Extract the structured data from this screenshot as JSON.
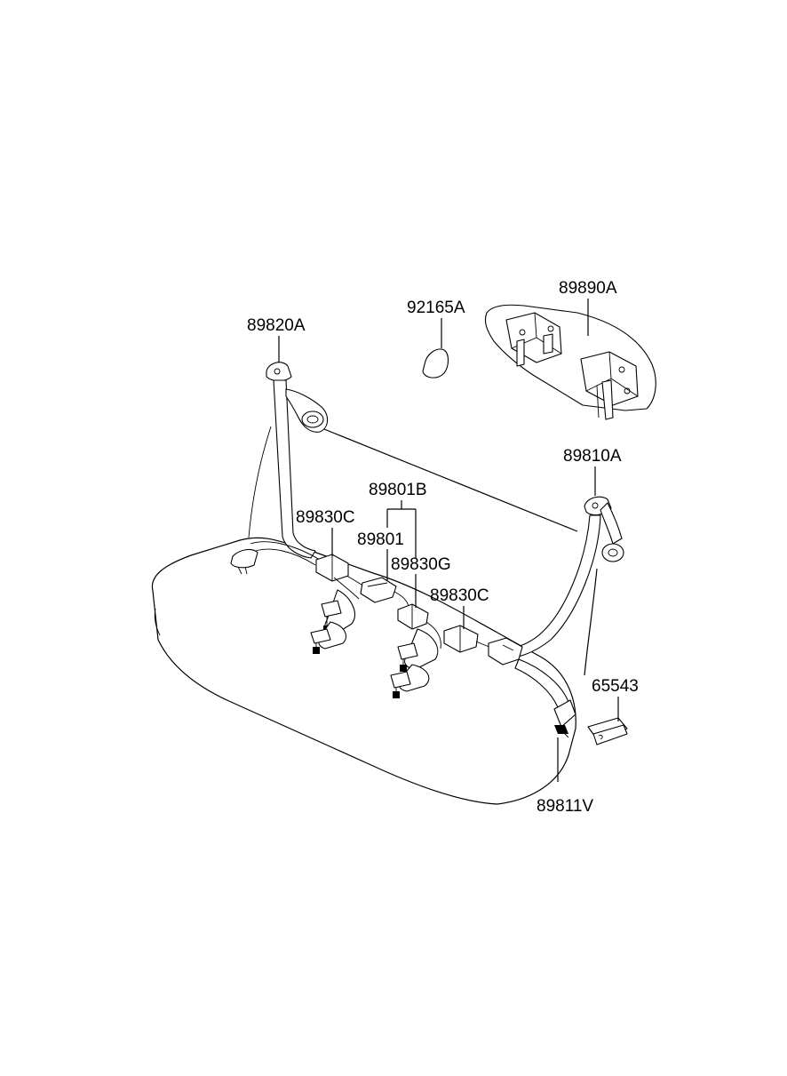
{
  "colors": {
    "line": "#000000",
    "background": "#ffffff"
  },
  "labels": {
    "p92165A": "92165A",
    "p89890A": "89890A",
    "p89820A": "89820A",
    "p89810A": "89810A",
    "p89801B": "89801B",
    "p89830C_left": "89830C",
    "p89801": "89801",
    "p89830G": "89830G",
    "p89830C_right": "89830C",
    "p65543": "65543",
    "p89811V": "89811V"
  }
}
